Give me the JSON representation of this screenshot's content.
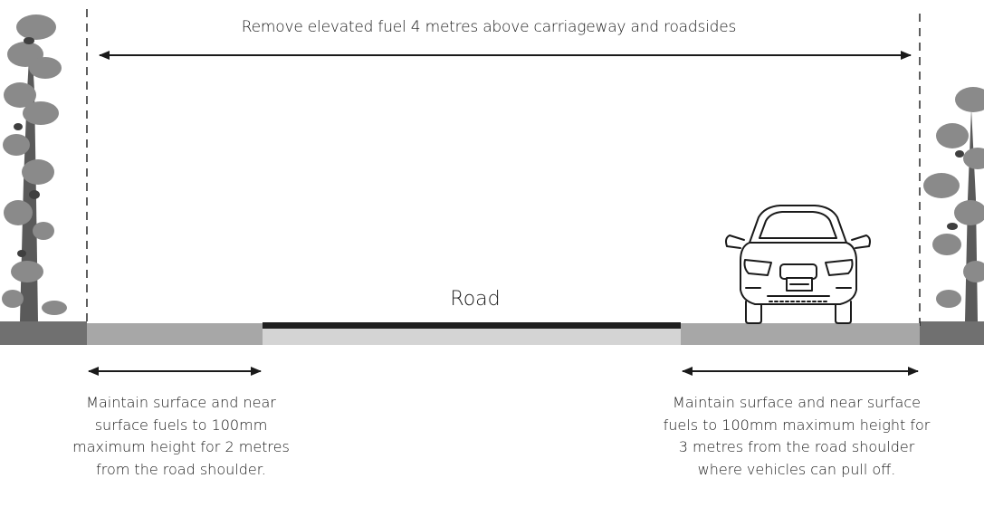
{
  "diagram": {
    "top_label": "Remove elevated fuel 4 metres above carriageway and roadsides",
    "road_label": "Road",
    "left_note": "Maintain surface and near surface fuels to 100mm maximum height for 2 metres from the road shoulder.",
    "right_note": "Maintain surface and near surface fuels to 100mm maximum height for 3 metres from the road shoulder where vehicles can pull off."
  },
  "colors": {
    "line": "#1a1a1a",
    "road_surface": "#1f1f1f",
    "shoulder": "#a7a7a7",
    "road_base": "#d4d4d4",
    "ground": "#707070",
    "foliage": "#8a8a8a",
    "trunk": "#5a5a5a"
  },
  "icons": {
    "left_tree": "tree-icon",
    "right_tree": "tree-icon",
    "car": "car-front-icon"
  }
}
